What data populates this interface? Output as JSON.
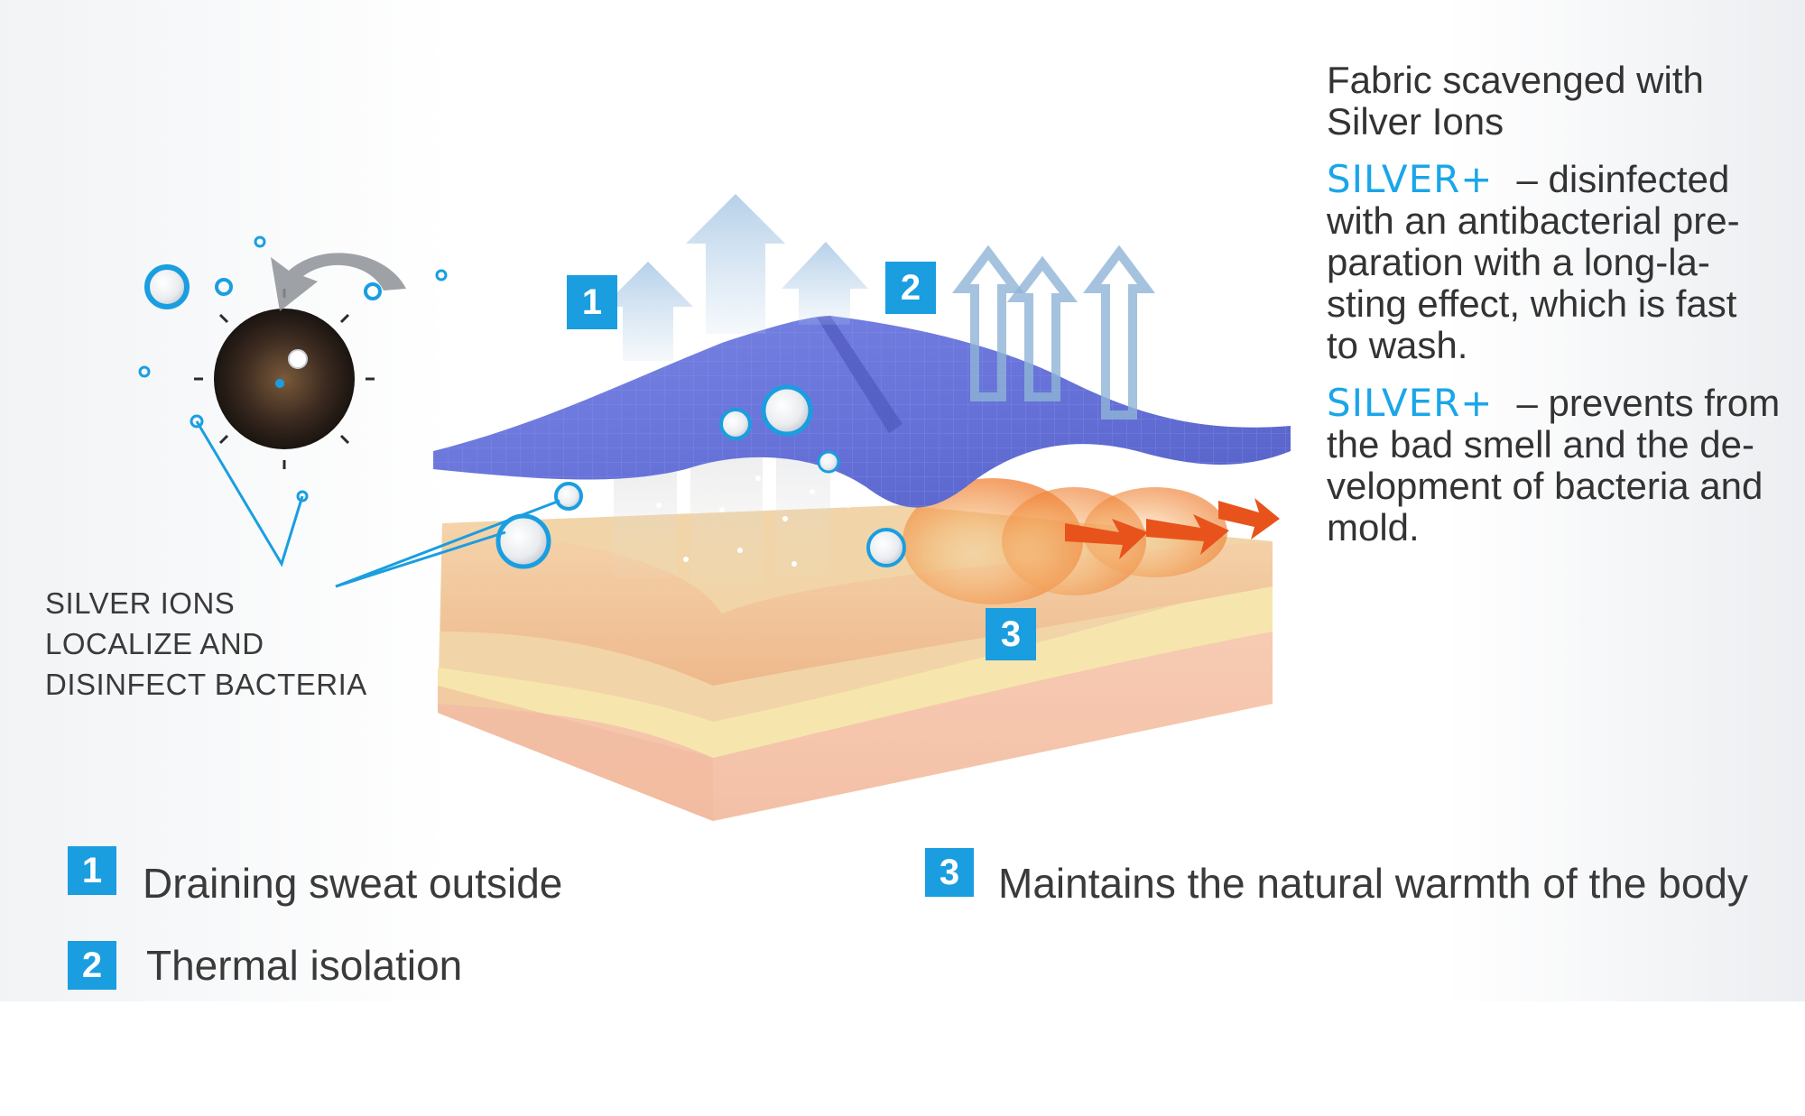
{
  "badges": {
    "b1": "1",
    "b2": "2",
    "b3": "3"
  },
  "silver_ions_label": "SILVER IONS\nLOCALIZE AND\nDISINFECT BACTERIA",
  "description": {
    "intro_line1": "Fabric scavenged with",
    "intro_line2": "Silver Ions",
    "brand": "SILVER+",
    "para1": {
      "line1": "– disinfected",
      "line2": "with an antibacterial pre-",
      "line3": "paration with a long-la-",
      "line4": "sting effect, which is fast",
      "line5": "to wash."
    },
    "para2": {
      "line1": "– prevents from",
      "line2": "the bad smell and the de-",
      "line3": "velopment of bacteria and",
      "line4": "mold."
    }
  },
  "legend": {
    "item1": {
      "number": "1",
      "label": "Draining sweat outside"
    },
    "item2": {
      "number": "2",
      "label": "Thermal isolation"
    },
    "item3": {
      "number": "3",
      "label": "Maintains the natural warmth of the body"
    }
  },
  "colors": {
    "badge": "#1a9ee0",
    "brand": "#1aa6e8",
    "fabric": "#6673d8",
    "skin_top": "#f2c79a",
    "fat_layer": "#f6e3a6",
    "dermis": "#f4c2a8",
    "heat_arrow": "#f26b1d"
  }
}
